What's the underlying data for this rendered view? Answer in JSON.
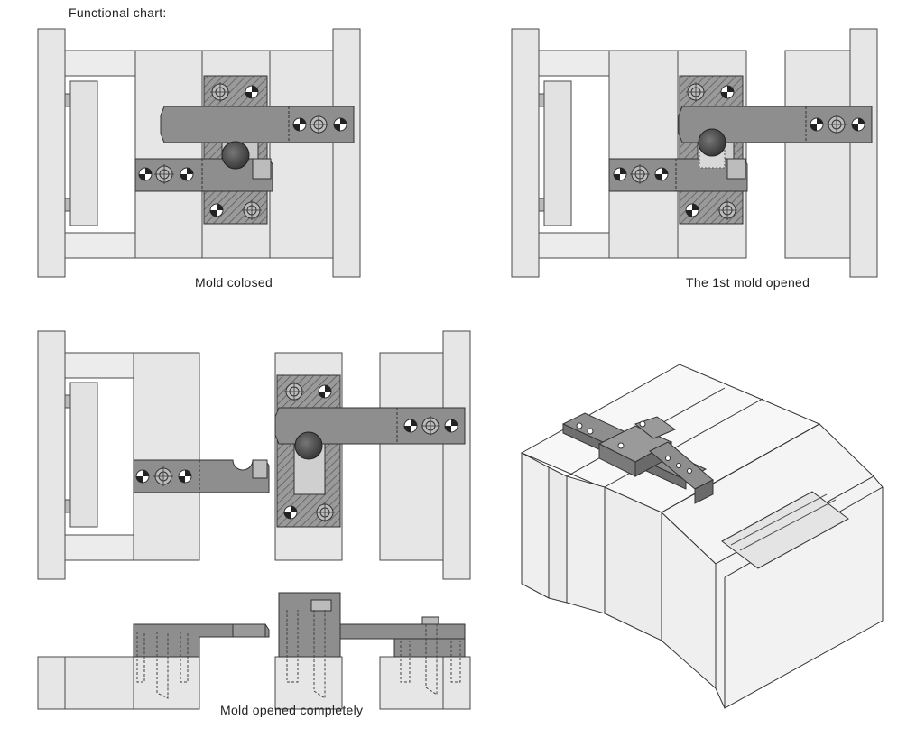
{
  "heading": "Functional chart:",
  "captions": {
    "closed": "Mold colosed",
    "first_open": "The 1st mold opened",
    "fully_open": "Mold opened completely"
  },
  "colors": {
    "plate_fill": "#e6e6e6",
    "plate_stroke": "#4a4a4a",
    "part_fill": "#8e8e8e",
    "part_stroke": "#333333",
    "pin_fill": "#555555",
    "hatch": "#666666"
  }
}
